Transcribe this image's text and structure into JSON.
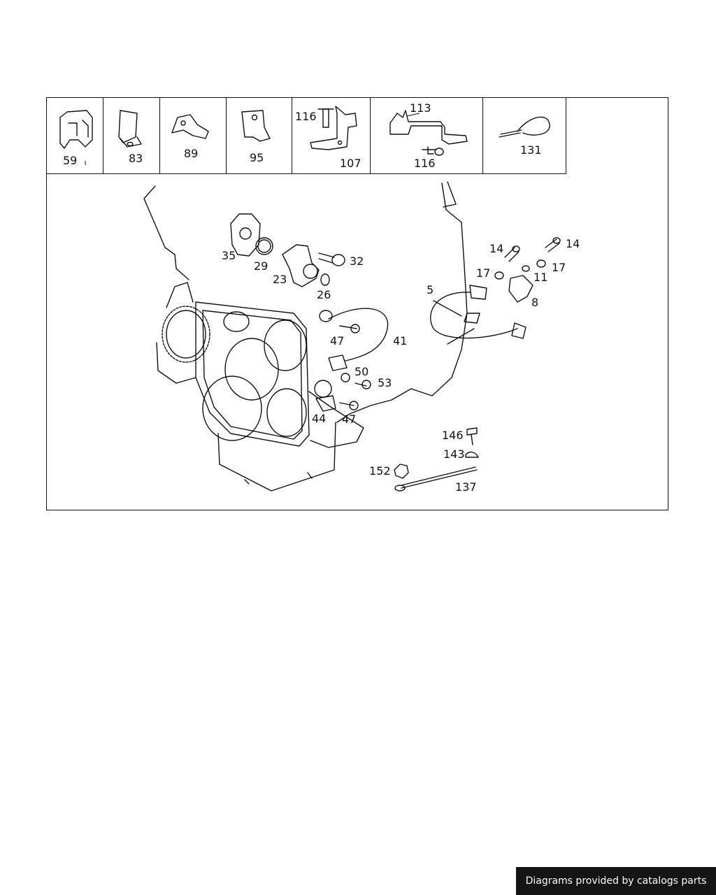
{
  "header_cells": [
    {
      "id": "59",
      "labels": [
        "59"
      ]
    },
    {
      "id": "83",
      "labels": [
        "83"
      ]
    },
    {
      "id": "89",
      "labels": [
        "89"
      ]
    },
    {
      "id": "95",
      "labels": [
        "95"
      ]
    },
    {
      "id": "107",
      "labels": [
        "116",
        "107"
      ]
    },
    {
      "id": "113",
      "labels": [
        "113",
        "116"
      ]
    },
    {
      "id": "131",
      "labels": [
        "131"
      ]
    }
  ],
  "callouts": {
    "c35": "35",
    "c29": "29",
    "c23": "23",
    "c32": "32",
    "c26": "26",
    "c47a": "47",
    "c41": "41",
    "c50": "50",
    "c53": "53",
    "c44": "44",
    "c47b": "47",
    "c5": "5",
    "c14a": "14",
    "c14b": "14",
    "c17a": "17",
    "c17b": "17",
    "c11": "11",
    "c8": "8",
    "c146": "146",
    "c143": "143",
    "c152": "152",
    "c137": "137"
  },
  "footer": {
    "text": "Diagrams provided by catalogs parts"
  }
}
